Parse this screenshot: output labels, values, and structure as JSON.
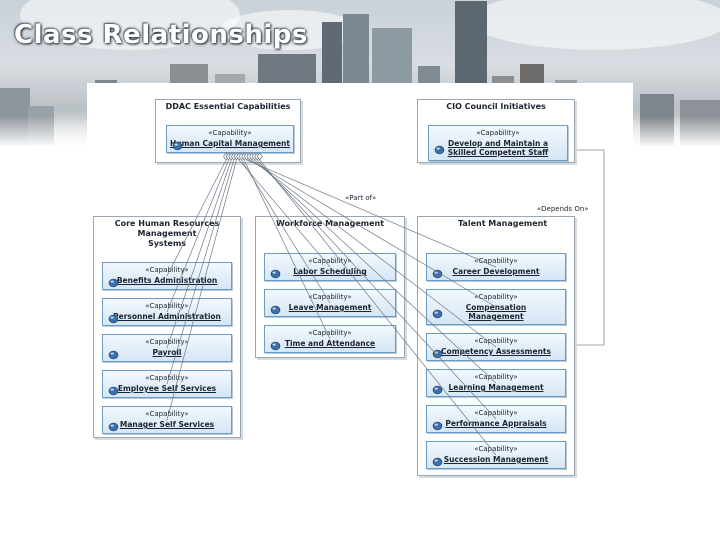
{
  "slide": {
    "title": "Class Relationships"
  },
  "diagram": {
    "packages": {
      "ddac": {
        "title": "DDAC Essential Capabilities",
        "capabilities": [
          {
            "stereotype": "«Capability»",
            "name": "Human Capital Management"
          }
        ]
      },
      "cio": {
        "title": "CIO Council Initiatives",
        "capabilities": [
          {
            "stereotype": "«Capability»",
            "name": "Develop and Maintain a",
            "name2": "Skilled Competent Staff"
          }
        ]
      },
      "core": {
        "title": "Core Human Resources Management",
        "title2": "Systems",
        "capabilities": [
          {
            "stereotype": "«Capability»",
            "name": "Benefits Administration"
          },
          {
            "stereotype": "«Capability»",
            "name": "Personnel Administration"
          },
          {
            "stereotype": "«Capability»",
            "name": "Payroll"
          },
          {
            "stereotype": "«Capability»",
            "name": "Employee Self Services"
          },
          {
            "stereotype": "«Capability»",
            "name": "Manager Self Services"
          }
        ]
      },
      "workforce": {
        "title": "Workforce Management",
        "capabilities": [
          {
            "stereotype": "«Capability»",
            "name": "Labor Scheduling"
          },
          {
            "stereotype": "«Capability»",
            "name": "Leave Management"
          },
          {
            "stereotype": "«Capability»",
            "name": "Time and Attendance"
          }
        ]
      },
      "talent": {
        "title": "Talent Management",
        "capabilities": [
          {
            "stereotype": "«Capability»",
            "name": "Career Development"
          },
          {
            "stereotype": "«Capability»",
            "name": "Compensation",
            "name2": "Management"
          },
          {
            "stereotype": "«Capability»",
            "name": "Competency Assessments"
          },
          {
            "stereotype": "«Capability»",
            "name": "Learning Management"
          },
          {
            "stereotype": "«Capability»",
            "name": "Performance Appraisals"
          },
          {
            "stereotype": "«Capability»",
            "name": "Succession Management"
          }
        ]
      }
    },
    "relationships": {
      "part_of": "«Part of»",
      "depends_on": "«Depends On»"
    },
    "colors": {
      "capability_fill": "#d5e6f5",
      "capability_border": "#6a9cc4",
      "connector": "#7f8a96"
    },
    "icon": "capability-class-icon"
  }
}
